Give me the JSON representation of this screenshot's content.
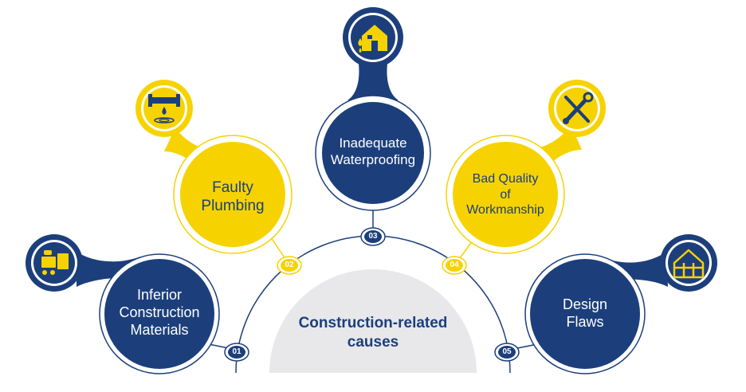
{
  "diagram": {
    "center_title_line1": "Construction-related",
    "center_title_line2": "causes",
    "items": [
      {
        "number": "01",
        "line1": "Inferior",
        "line2": "Construction",
        "line3": "Materials",
        "icon": "materials-cart-icon"
      },
      {
        "number": "02",
        "line1": "Faulty",
        "line2": "Plumbing",
        "icon": "leaking-pipe-icon"
      },
      {
        "number": "03",
        "line1": "Inadequate",
        "line2": "Waterproofing",
        "icon": "leaking-house-icon"
      },
      {
        "number": "04",
        "line1": "Bad Quality",
        "line2": "of",
        "line3": "Workmanship",
        "icon": "wrench-screwdriver-icon"
      },
      {
        "number": "05",
        "line1": "Design",
        "line2": "Flaws",
        "icon": "house-frame-icon"
      }
    ]
  },
  "colors": {
    "navy": "#1c3f7c",
    "yellow": "#f6d300",
    "light_gray": "#e8e8ea",
    "arc_line": "#1c3f7c"
  }
}
